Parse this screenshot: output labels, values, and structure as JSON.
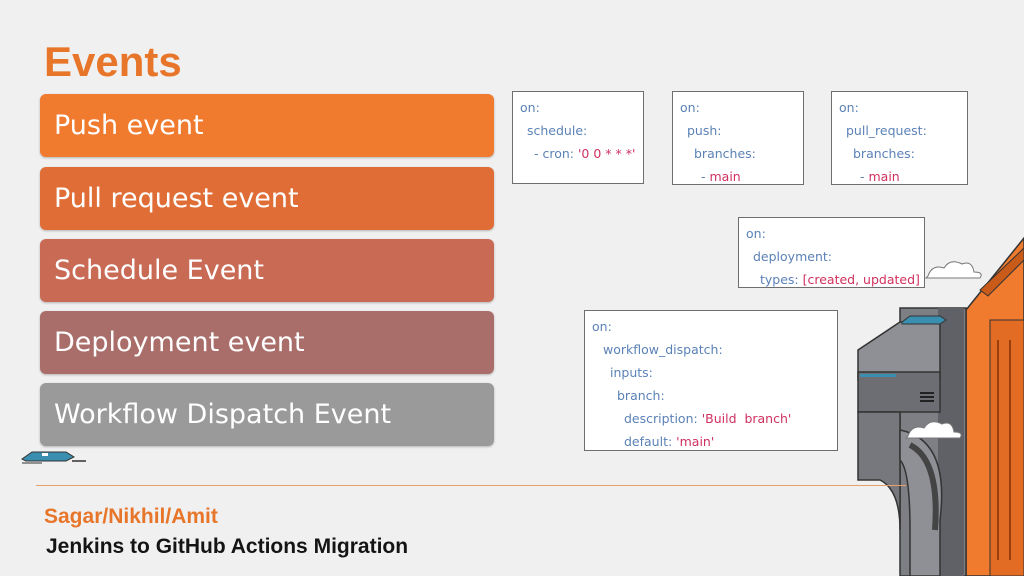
{
  "slide": {
    "title": "Events",
    "events": [
      {
        "label": "Push event",
        "color": "#f07a2e"
      },
      {
        "label": "Pull request event",
        "color": "#e06d36"
      },
      {
        "label": "Schedule Event",
        "color": "#c96a55"
      },
      {
        "label": "Deployment event",
        "color": "#aa6e6a"
      },
      {
        "label": "Workflow Dispatch Event",
        "color": "#9a9a9a"
      }
    ],
    "snippets": {
      "schedule": {
        "l1": "on:",
        "l2": "schedule:",
        "l3a": "- cron: ",
        "l3b": "'0 0 * * *'"
      },
      "push": {
        "l1": "on:",
        "l2": "push:",
        "l3": "branches:",
        "l4a": "- ",
        "l4b": "main"
      },
      "pull_request": {
        "l1": "on:",
        "l2": "pull_request:",
        "l3": "branches:",
        "l4a": "- ",
        "l4b": "main"
      },
      "deployment": {
        "l1": "on:",
        "l2": "deployment:",
        "l3a": "types: ",
        "l3b": "[created, updated]"
      },
      "workflow_dispatch": {
        "l1": "on:",
        "l2": "workflow_dispatch:",
        "l3": "inputs:",
        "l4": "branch:",
        "l5a": "description: ",
        "l5b": "'Build  branch'",
        "l6a": "default: ",
        "l6b": "'main'"
      }
    },
    "footer": {
      "team": "Sagar/Nikhil/Amit",
      "subtitle": "Jenkins to GitHub Actions Migration"
    },
    "colors": {
      "accent": "#e8762a",
      "code_key": "#5b82b7",
      "code_string": "#d0305f"
    }
  }
}
